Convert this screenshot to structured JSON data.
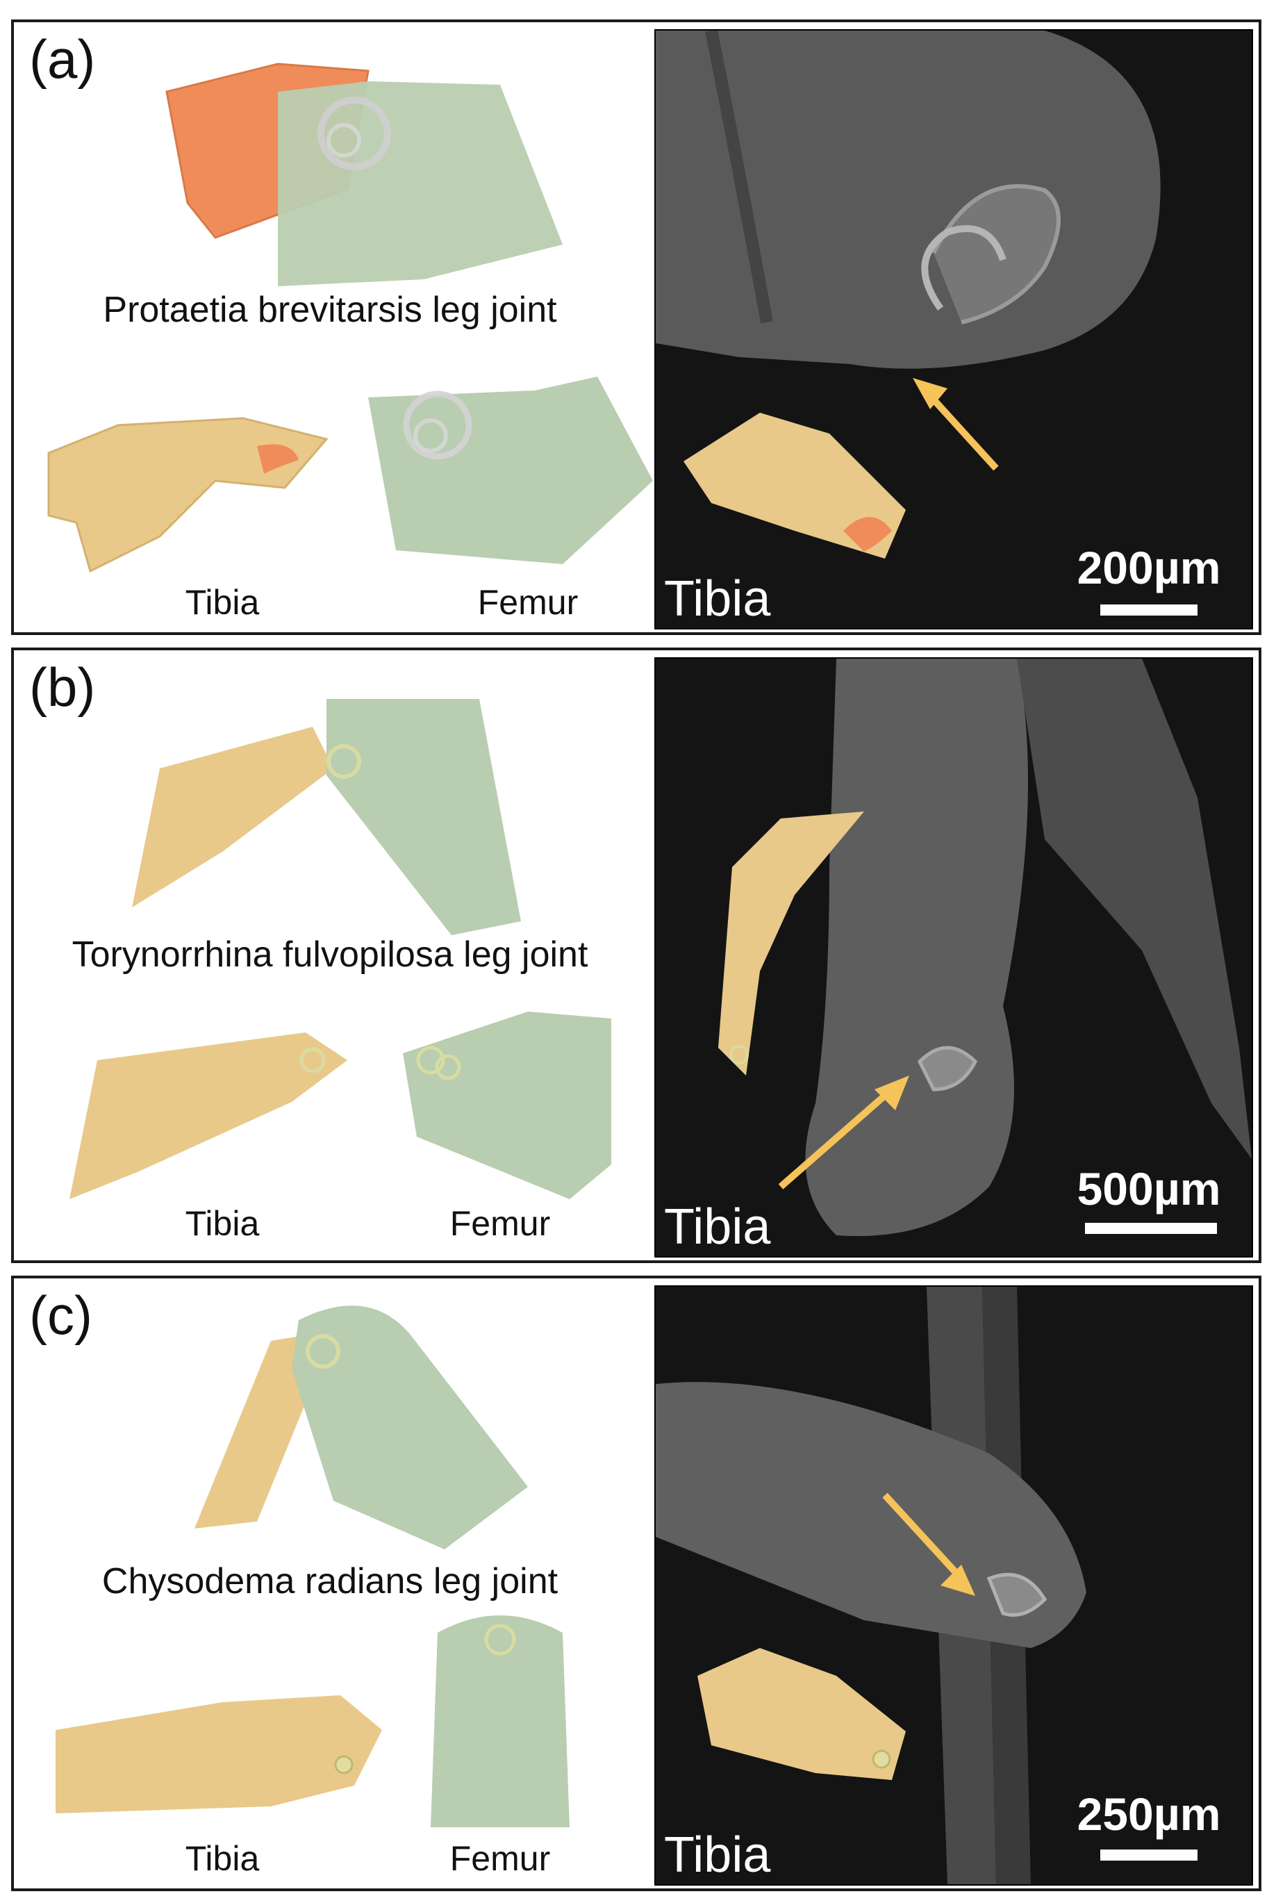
{
  "figure": {
    "panels": [
      {
        "label": "(a)",
        "caption": "Protaetia brevitarsis leg joint",
        "tibia_label": "Tibia",
        "femur_label": "Femur",
        "sem_label": "Tibia",
        "scale_bar": "200µm"
      },
      {
        "label": "(b)",
        "caption": "Torynorrhina fulvopilosa leg joint",
        "tibia_label": "Tibia",
        "femur_label": "Femur",
        "sem_label": "Tibia",
        "scale_bar": "500µm"
      },
      {
        "label": "(c)",
        "caption": "Chysodema radians leg joint",
        "tibia_label": "Tibia",
        "femur_label": "Femur",
        "sem_label": "Tibia",
        "scale_bar": "250µm"
      }
    ],
    "colors": {
      "tibia": "#e8c98a",
      "femur": "#b9cdb0",
      "socket": "#f08c5a",
      "arrow": "#f5c35a",
      "sem_background": "#141414"
    }
  }
}
